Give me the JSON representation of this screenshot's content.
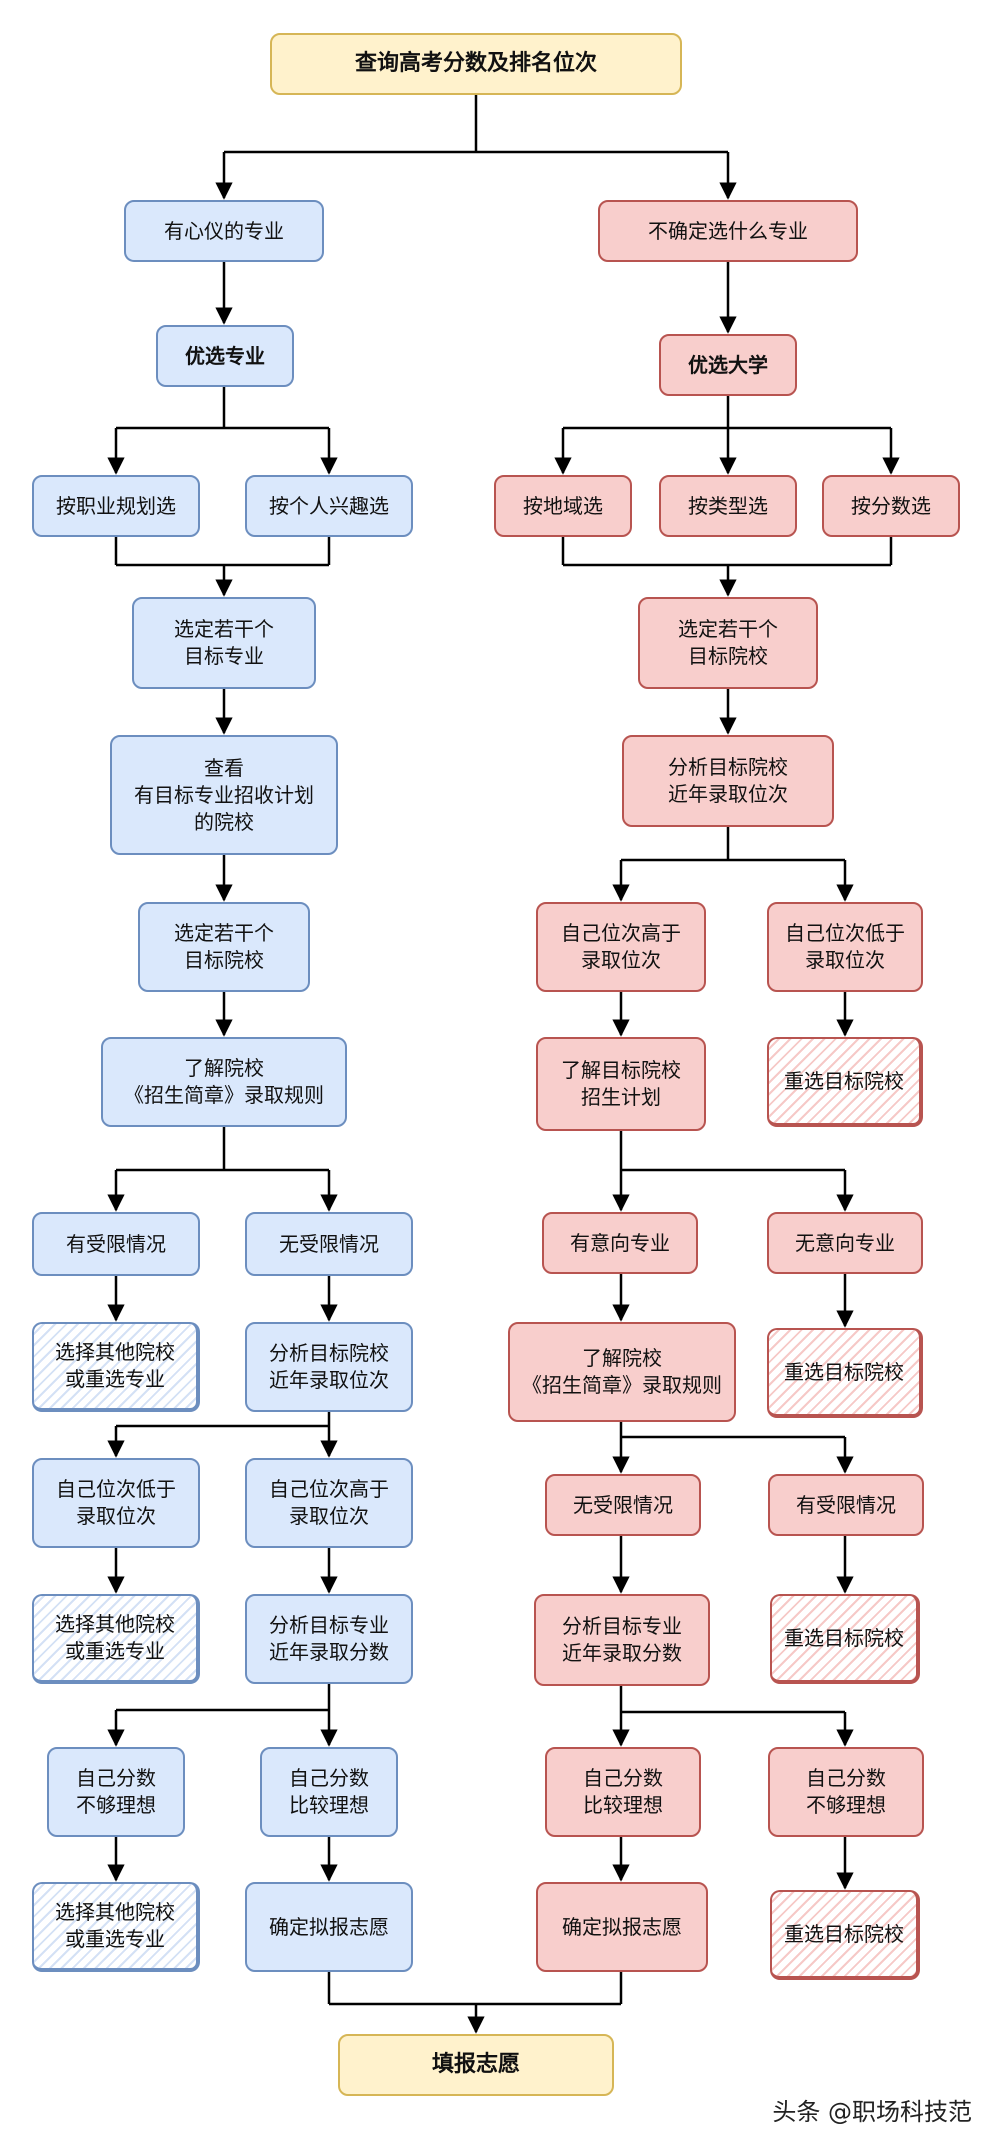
{
  "title": "查询高考分数及排名位次",
  "end": "填报志愿",
  "watermark": "头条 @职场科技范",
  "left": {
    "branch": "有心仪的专业",
    "prefer": "优选专业",
    "by_career": "按职业规划选",
    "by_interest": "按个人兴趣选",
    "select_majors": "选定若干个\n目标专业",
    "view_schools": "查看\n有目标专业招收计划\n的院校",
    "select_schools": "选定若干个\n目标院校",
    "learn_rules": "了解院校\n《招生简章》录取规则",
    "restricted": "有受限情况",
    "unrestricted": "无受限情况",
    "choose_other_1": "选择其他院校\n或重选专业",
    "analyze_rank": "分析目标院校\n近年录取位次",
    "rank_lower": "自己位次低于\n录取位次",
    "rank_higher": "自己位次高于\n录取位次",
    "choose_other_2": "选择其他院校\n或重选专业",
    "analyze_score": "分析目标专业\n近年录取分数",
    "score_not_ideal": "自己分数\n不够理想",
    "score_ideal": "自己分数\n比较理想",
    "choose_other_3": "选择其他院校\n或重选专业",
    "confirm": "确定拟报志愿"
  },
  "right": {
    "branch": "不确定选什么专业",
    "prefer": "优选大学",
    "by_region": "按地域选",
    "by_type": "按类型选",
    "by_score": "按分数选",
    "select_schools": "选定若干个\n目标院校",
    "analyze_rank": "分析目标院校\n近年录取位次",
    "rank_higher": "自己位次高于\n录取位次",
    "rank_lower": "自己位次低于\n录取位次",
    "learn_plan": "了解目标院校\n招生计划",
    "reselect_1": "重选目标院校",
    "has_major": "有意向专业",
    "no_major": "无意向专业",
    "learn_rules": "了解院校\n《招生简章》录取规则",
    "reselect_2": "重选目标院校",
    "unrestricted": "无受限情况",
    "restricted": "有受限情况",
    "analyze_score": "分析目标专业\n近年录取分数",
    "reselect_3": "重选目标院校",
    "score_ideal": "自己分数\n比较理想",
    "score_not_ideal": "自己分数\n不够理想",
    "confirm": "确定拟报志愿",
    "reselect_4": "重选目标院校"
  }
}
